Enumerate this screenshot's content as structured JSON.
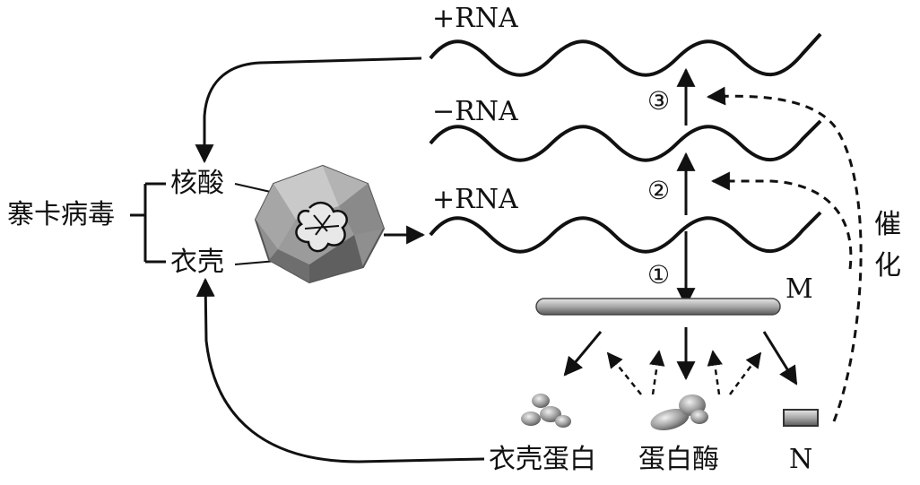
{
  "labels": {
    "virus": "寨卡病毒",
    "nucleic_acid": "核酸",
    "capsid": "衣壳",
    "rna_top": "+RNA",
    "rna_mid": "−RNA",
    "rna_low": "+RNA",
    "step1": "①",
    "step2": "②",
    "step3": "③",
    "m": "M",
    "catalysis": "催化",
    "capsid_protein": "衣壳蛋白",
    "protease": "蛋白酶",
    "n": "N"
  },
  "colors": {
    "line": "#111111",
    "capsule_light": "#c9c9c9",
    "capsule_dark": "#6e6e6e",
    "bar": "#9a9a9a"
  }
}
